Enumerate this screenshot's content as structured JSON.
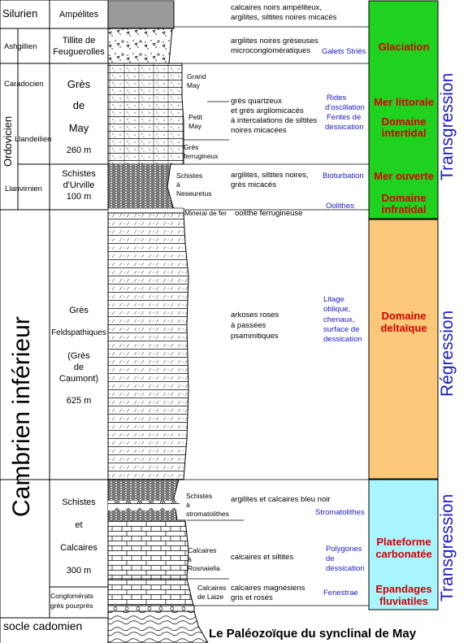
{
  "systems": {
    "silurien": "Silurien",
    "ordovicien": "Ordovicien",
    "cambrien": "Cambrien inférieur",
    "socle": "socle cadomien"
  },
  "stages": {
    "ashgillien": "Ashgillien",
    "caradocien": "Caradocien",
    "llandeilien": "Llandeilien",
    "llanvirnien": "Llanvirnien"
  },
  "formations": {
    "ampelites": "Ampélites",
    "tillite_1": "Tillite de",
    "tillite_2": "Feuguerolles",
    "gres_may_1": "Grès",
    "gres_may_2": "de",
    "gres_may_3": "May",
    "gres_may_4": "260 m",
    "schistes_urville_1": "Schistes",
    "schistes_urville_2": "d'Urville",
    "schistes_urville_3": "100 m",
    "gres_feld_1": "Grès",
    "gres_feld_2": "Feldspathiques",
    "gres_feld_3": "(Grès",
    "gres_feld_4": "de",
    "gres_feld_5": "Caumont)",
    "gres_feld_6": "625 m",
    "schistes_calc_1": "Schistes",
    "schistes_calc_2": "et",
    "schistes_calc_3": "Calcaires",
    "schistes_calc_4": "300 m",
    "conglo_1": "Conglomérats",
    "conglo_2": "grès pourprés"
  },
  "column_labels": {
    "grand_may_1": "Grand",
    "grand_may_2": "May",
    "petit_may_1": "Petit",
    "petit_may_2": "May",
    "gres_ferr_1": "Grès",
    "gres_ferr_2": "ferrugineux",
    "schistes_nes_1": "Schistes",
    "schistes_nes_2": "à",
    "schistes_nes_3": "Neseuretus",
    "minerai": "Minerai de fer",
    "schistes_strom_1": "Schistes",
    "schistes_strom_2": "à",
    "schistes_strom_3": "stromatolithes",
    "calc_rosn_1": "Calcaires",
    "calc_rosn_2": "à",
    "calc_rosn_3": "Rosnaiella",
    "calc_laize_1": "Calcaires",
    "calc_laize_2": "de Laize"
  },
  "lithology": {
    "ampelites_1": "calcaires noirs ampéliteux,",
    "ampelites_2": "argilites, siltites noires micacés",
    "tillite_1": "argilites noires gréseuses",
    "tillite_2": "microconglomératiques",
    "gres_1": "grès quartzeux",
    "gres_2": "et grès argilomicacés",
    "gres_3": "à intercalations de siltites",
    "gres_4": "noires micacées",
    "schistes_1": "argilites, siltites noires,",
    "schistes_2": "grès micacés",
    "oolithe": "oolithe ferrugineuse",
    "arkoses_1": "arkoses roses",
    "arkoses_2": "à passées",
    "arkoses_3": "psammitiques",
    "argilites_bleu": "argilites et calcaires bleu noir",
    "calc_silt": "calcaires et siltites",
    "calc_magn_1": "calcaires magnésiens",
    "calc_magn_2": "gris et rosés"
  },
  "structures": {
    "galets": "Galets Striés",
    "rides_1": "Rides",
    "rides_2": "d'oscillation",
    "fentes_1": "Fentes de",
    "fentes_2": "dessication",
    "bioturbation": "Bioturbation",
    "oolithes": "Oolithes",
    "litage_1": "Litage",
    "litage_2": "oblique,",
    "litage_3": "chenaux,",
    "litage_4": "surface de",
    "litage_5": "dessication",
    "stromatolithes": "Stromatolithes",
    "polygones_1": "Polygones",
    "polygones_2": "de",
    "polygones_3": "dessication",
    "fenestrae": "Fenestrae"
  },
  "environments": {
    "glaciation": "Glaciation",
    "mer_littorale": "Mer littorale",
    "domaine_intertidal_1": "Domaine",
    "domaine_intertidal_2": "intertidal",
    "mer_ouverte": "Mer ouverte",
    "domaine_infratidal_1": "Domaine",
    "domaine_infratidal_2": "infratidal",
    "domaine_deltaique_1": "Domaine",
    "domaine_deltaique_2": "deltaïque",
    "plateforme_1": "Plateforme",
    "plateforme_2": "carbonatée",
    "epandages_1": "Epandages",
    "epandages_2": "fluviatiles"
  },
  "trends": {
    "upper": "Transgression",
    "middle": "Régression",
    "lower": "Transgression"
  },
  "title": "Le Paléozoïque du synclinal de May",
  "colors": {
    "green": "#1fd21f",
    "orange": "#fac878",
    "cyan": "#a8f5ff",
    "red_text": "#d40000",
    "blue_text": "#1a1ac8",
    "trend_text": "#1a1ac8"
  }
}
